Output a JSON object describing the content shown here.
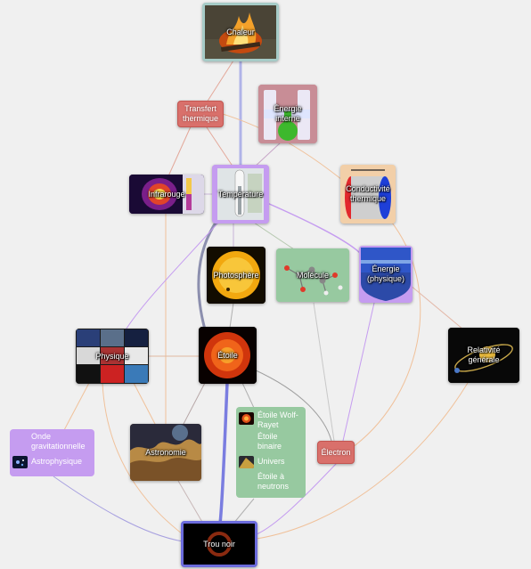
{
  "nodes": {
    "chaleur": "Chaleur",
    "transfert": "Transfert thermique",
    "energie_interne": "Énergie interne",
    "temperature": "Température",
    "infrarouge": "Infrarouge",
    "conductivite": "Conductivité thermique",
    "photosphere": "Photosphère",
    "molecule": "Molécule",
    "energie_physique": "Énergie (physique)",
    "physique": "Physique",
    "etoile": "Étoile",
    "relativite": "Relativité générale",
    "astronomie": "Astronomie",
    "electron": "Électron",
    "trou_noir": "Trou noir"
  },
  "groups": {
    "purple": [
      "Onde gravitationnelle",
      "Astrophysique"
    ],
    "green": [
      "Étoile Wolf-Rayet",
      "Étoile binaire",
      "Univers",
      "Étoile à neutrons"
    ]
  },
  "colors": {
    "background": "#f0f0f0",
    "purple": "#c59cf0",
    "green": "#97c9a0",
    "red_pill": "#d9706b",
    "teal_border": "#a6cbc7",
    "blue_border": "#6b6bdc"
  }
}
